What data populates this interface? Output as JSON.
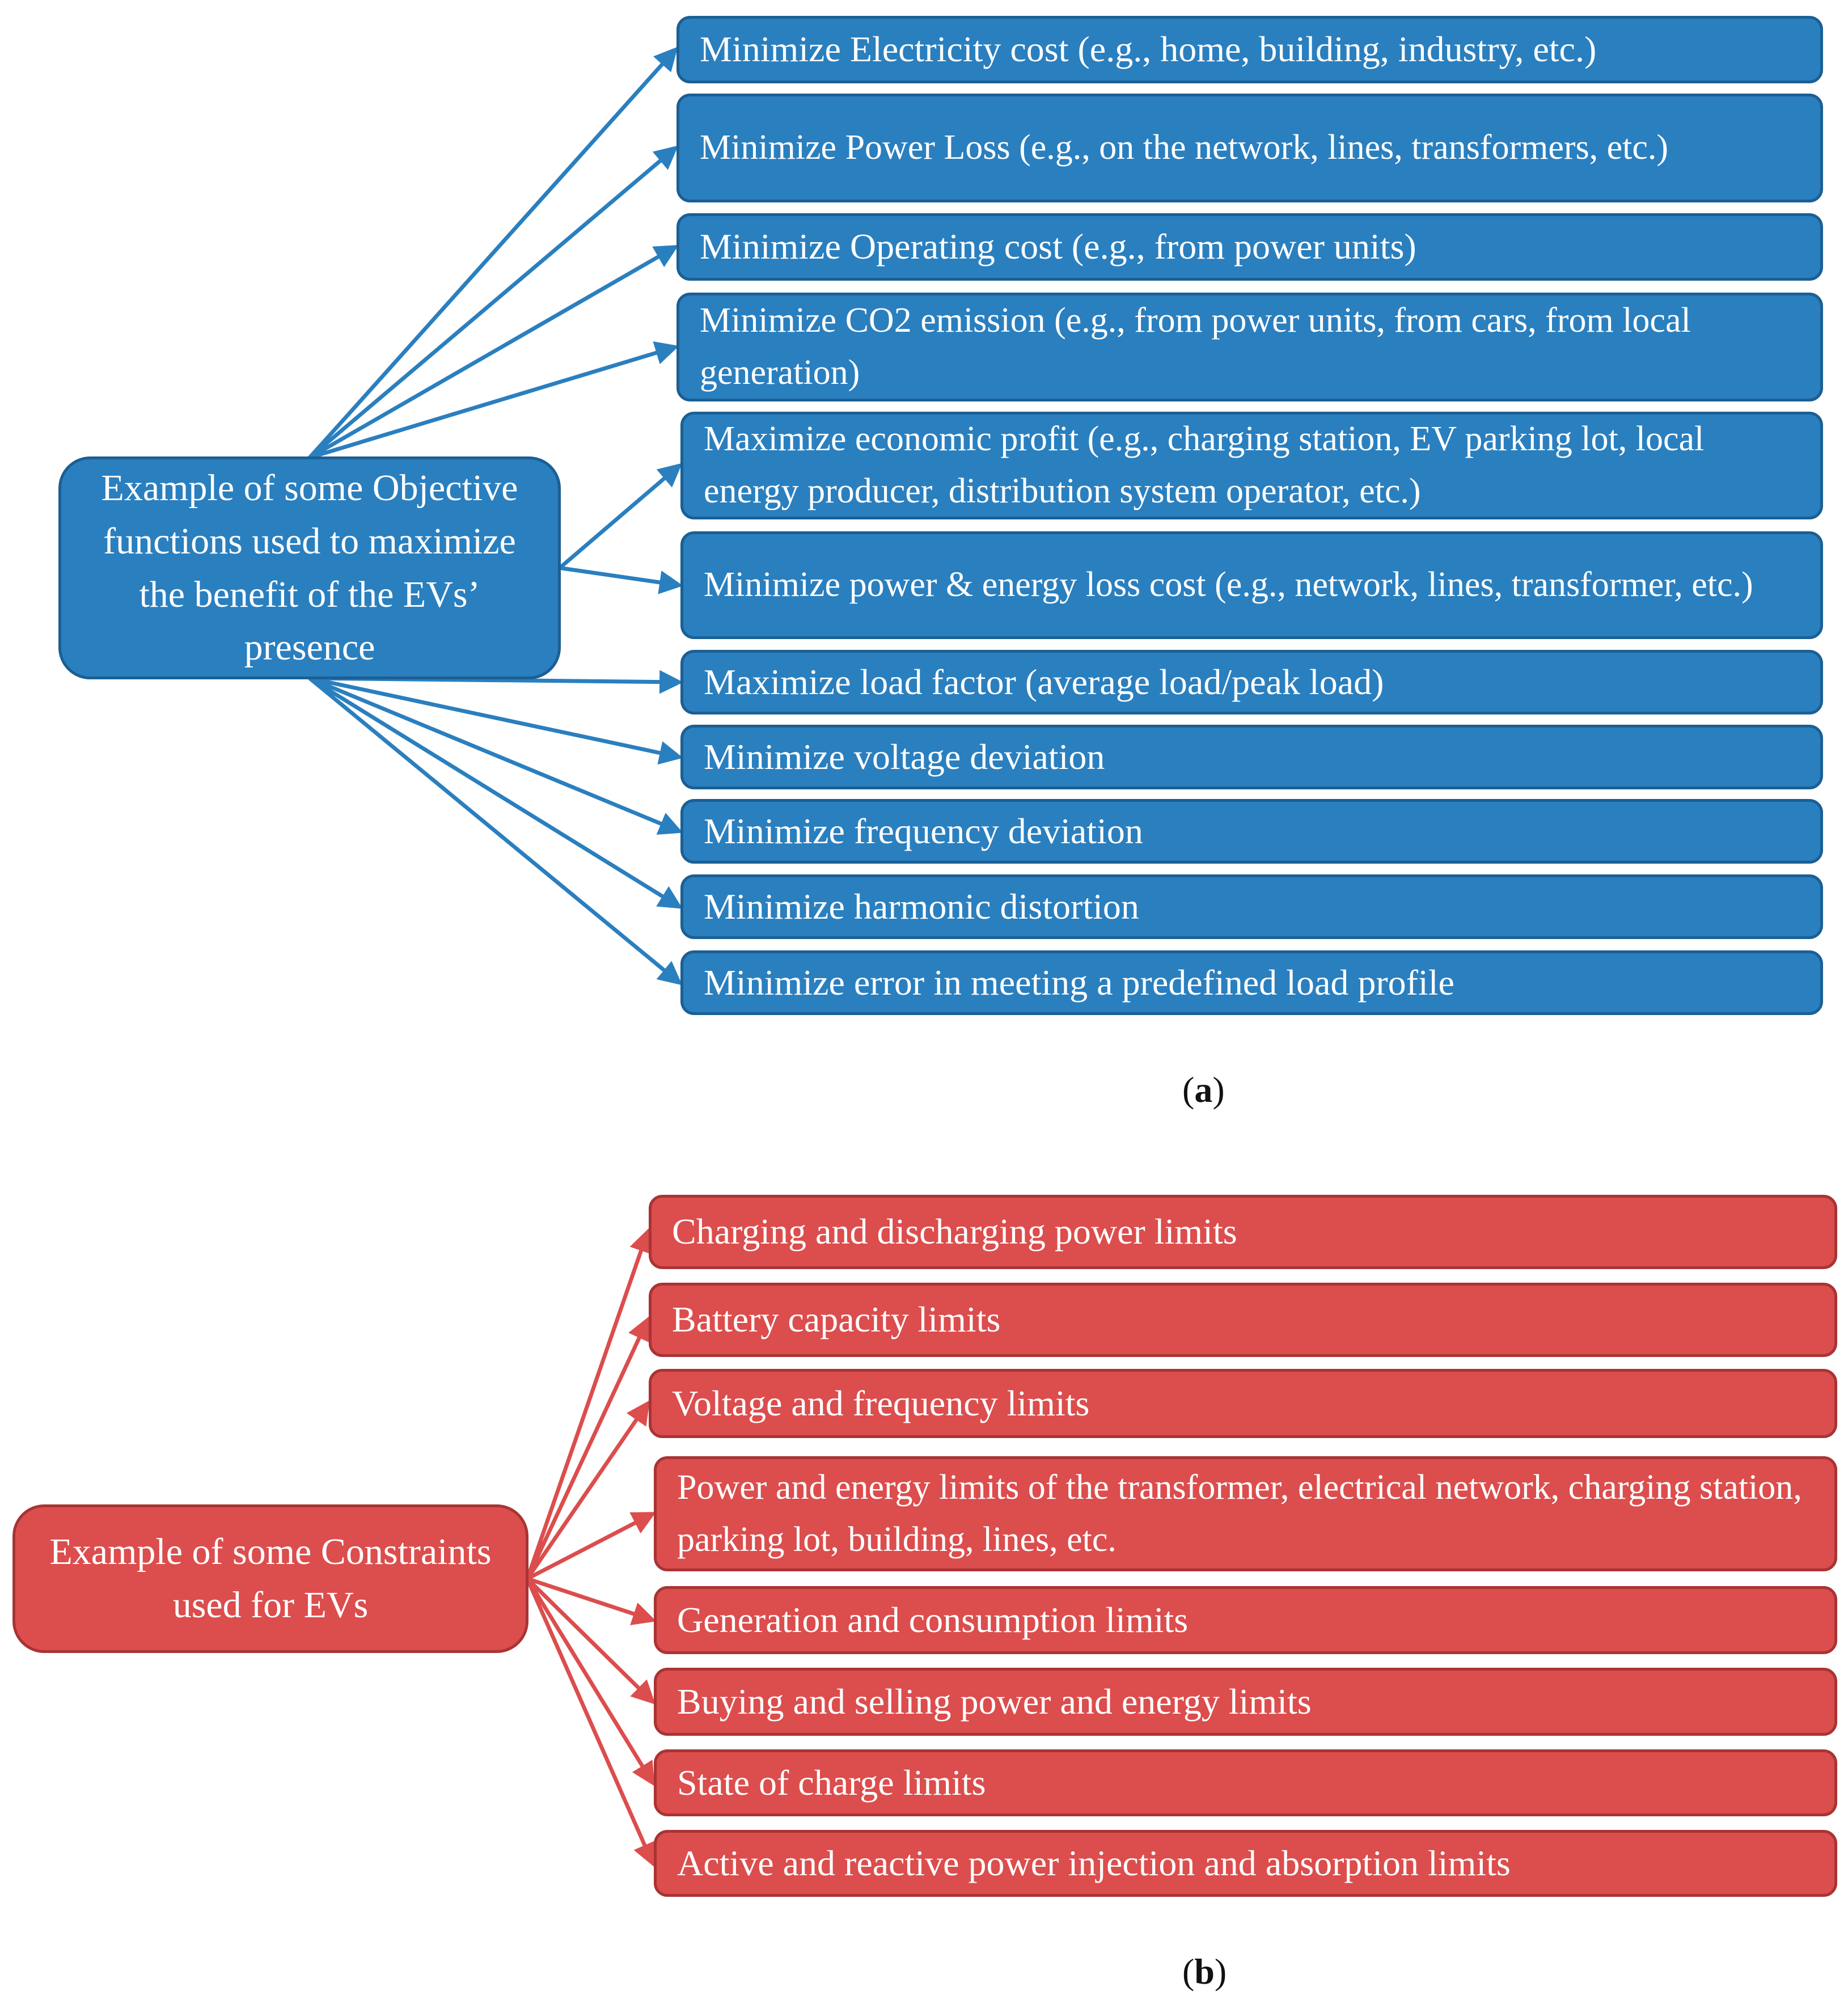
{
  "diagram_a": {
    "root": "Example of some Objective functions used to maximize the benefit of the EVs’ presence",
    "items": [
      "Minimize Electricity cost (e.g., home, building, industry, etc.)",
      "Minimize Power Loss (e.g., on the network, lines, transformers, etc.)",
      "Minimize Operating cost (e.g., from power units)",
      "Minimize CO2 emission (e.g., from power units, from cars, from local generation)",
      "Maximize economic profit (e.g., charging station, EV parking lot, local energy producer, distribution system operator, etc.)",
      "Minimize power & energy loss cost (e.g., network, lines, transformer, etc.)",
      "Maximize load factor (average load/peak load)",
      "Minimize voltage deviation",
      "Minimize frequency deviation",
      "Minimize harmonic distortion",
      "Minimize error in meeting a predefined load profile"
    ],
    "caption_letter": "a",
    "color": "#2a7fbf"
  },
  "diagram_b": {
    "root": "Example of some Constraints used for EVs",
    "items": [
      "Charging and discharging power limits",
      "Battery capacity limits",
      "Voltage and frequency limits",
      "Power and energy limits of the transformer, electrical network, charging station, parking lot, building, lines, etc.",
      "Generation and consumption limits",
      "Buying and selling power and energy limits",
      "State of charge limits",
      "Active and reactive power injection and absorption limits"
    ],
    "caption_letter": "b",
    "color": "#dc4d4d"
  }
}
